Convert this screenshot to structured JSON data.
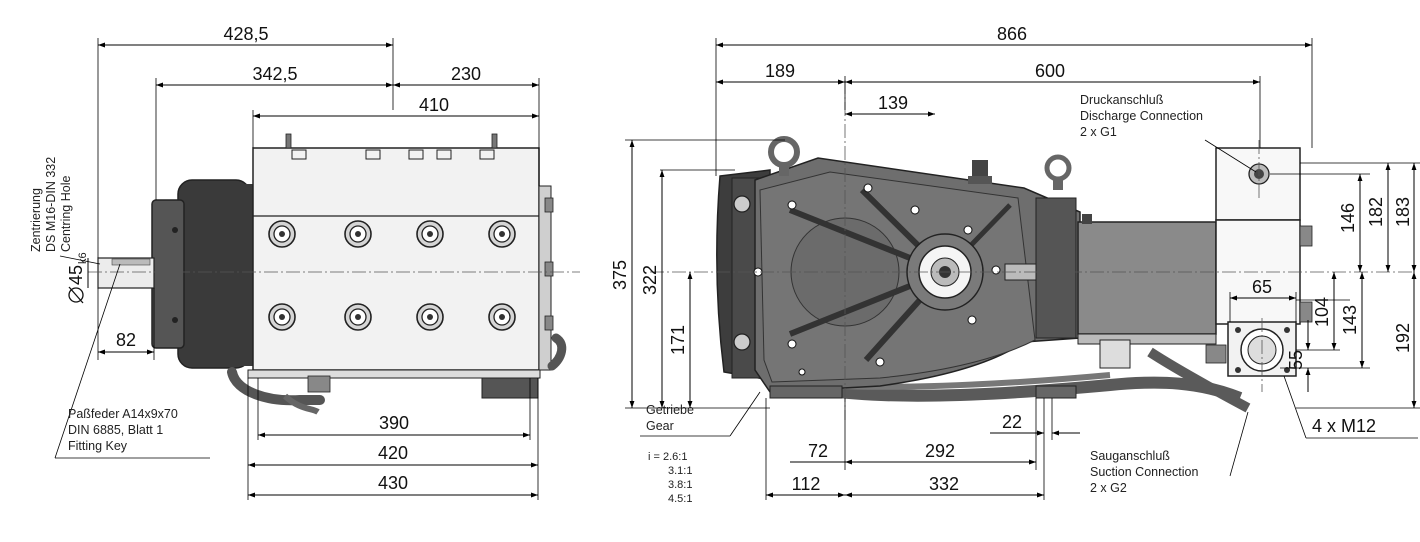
{
  "dimensions": {
    "left_view": {
      "overall_428_5": "428,5",
      "shaft_to_center_342_5": "342,5",
      "center_to_back_230": "230",
      "head_410": "410",
      "base_390": "390",
      "base_420": "420",
      "base_430": "430",
      "shaft_length_82": "82",
      "shaft_dia_value": "45",
      "shaft_dia_tolerance": "k6"
    },
    "right_view": {
      "overall_866": "866",
      "front_189": "189",
      "to_discharge_600": "600",
      "gear_139": "139",
      "height_375": "375",
      "height_322": "322",
      "height_171": "171",
      "disc_146": "146",
      "disc_182": "182",
      "disc_183": "183",
      "suct_104": "104",
      "suct_143": "143",
      "suct_192": "192",
      "suct_65": "65",
      "suct_55": "55",
      "foot_22": "22",
      "foot_72": "72",
      "foot_292": "292",
      "foot_112": "112",
      "foot_332": "332"
    }
  },
  "annotations": {
    "centring": {
      "line1": "Zentrierung",
      "line2": "DS M16-DIN 332",
      "line3": "Centring Hole"
    },
    "key": {
      "line1": "Paßfeder A14x9x70",
      "line2": "DIN 6885, Blatt 1",
      "line3": "Fitting Key"
    },
    "discharge": {
      "line1": "Druckanschluß",
      "line2": "Discharge Connection",
      "line3": "2 x G1"
    },
    "gear": {
      "line1": "Getriebe",
      "line2": "Gear"
    },
    "ratios": [
      "i = 2.6:1",
      "3.1:1",
      "3.8:1",
      "4.5:1"
    ],
    "suction": {
      "line1": "Sauganschluß",
      "line2": "Suction Connection",
      "line3": "2 x G2"
    },
    "bolts": "4 x M12"
  },
  "colors": {
    "flange": "#3a3a3a",
    "flange_light": "#555555",
    "head": "#f2f2f2",
    "gearbox": "#6e6e6e",
    "block": "#8a8a8a",
    "hose": "#5a5a5a",
    "line": "#000000"
  },
  "icons": {
    "shaft_diameter": "diameter-symbol"
  }
}
